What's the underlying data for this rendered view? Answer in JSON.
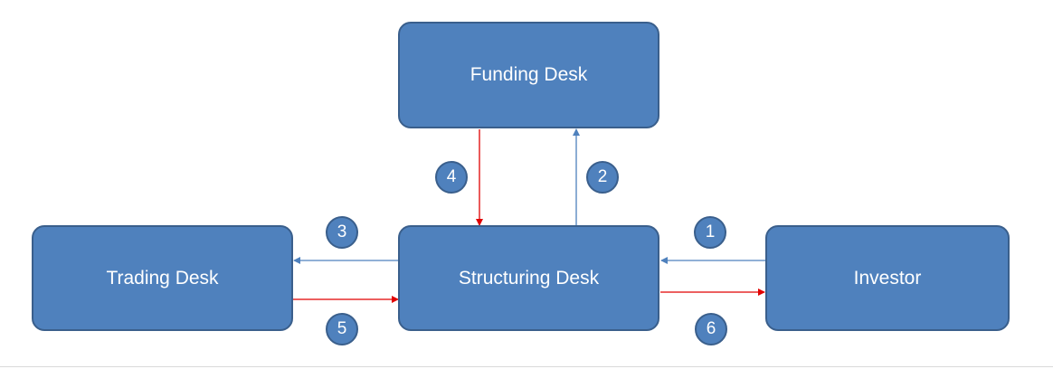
{
  "colors": {
    "box_fill": "#4f81bd",
    "box_border": "#3a5f8c",
    "arrow_blue": "#4f81bd",
    "arrow_red": "#e00000",
    "text": "#ffffff"
  },
  "nodes": {
    "funding": "Funding Desk",
    "trading": "Trading Desk",
    "structuring": "Structuring Desk",
    "investor": "Investor"
  },
  "steps": [
    "1",
    "2",
    "3",
    "4",
    "5",
    "6"
  ]
}
